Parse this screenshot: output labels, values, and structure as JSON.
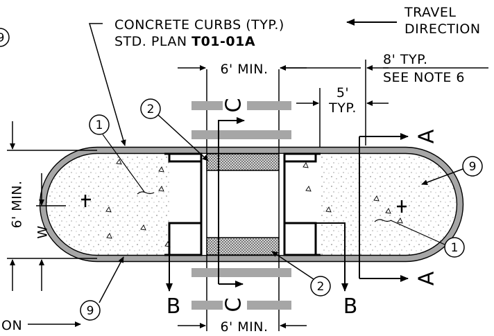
{
  "labels": {
    "curbs_line1": "CONCRETE CURBS (TYP.)",
    "curbs_line2_prefix": "STD. PLAN ",
    "curbs_line2_plan": "T01-01A",
    "travel_line1": "TRAVEL",
    "travel_line2": "DIRECTION",
    "dim_top": "6' MIN.",
    "dim_right_top": "8' TYP.",
    "see_note": "SEE NOTE 6",
    "dim_5_line1": "5'",
    "dim_5_line2": "TYP.",
    "dim_left_min": "6' MIN.",
    "dim_w": "W",
    "dim_bottom": "6' MIN.",
    "section_a_top": "A",
    "section_a_bottom": "A",
    "section_b_left": "B",
    "section_b_right": "B",
    "section_c_top": "C",
    "section_c_bottom": "C",
    "partial_left_top": "9",
    "partial_left_bottom": "ON"
  },
  "callouts": {
    "top_left_1": "1",
    "top_2": "2",
    "right_9": "9",
    "right_1": "1",
    "bottom_2": "2",
    "bottom_left_9": "9"
  },
  "colors": {
    "line": "#000000",
    "curb_gray": "#a6a6a6",
    "island_fill": "#ffffff"
  }
}
